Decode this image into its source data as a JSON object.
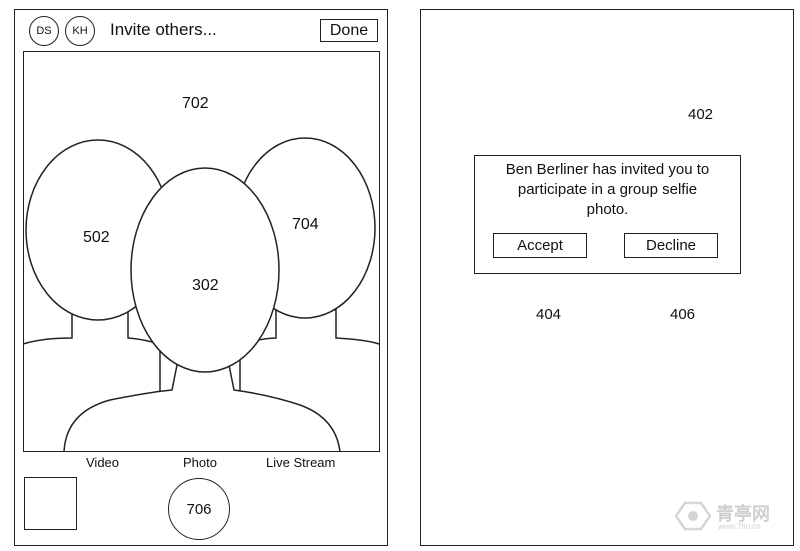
{
  "left_phone": {
    "avatars": [
      "DS",
      "KH"
    ],
    "invite_text": "Invite others...",
    "done_label": "Done",
    "viewfinder": {
      "ref_viewfinder": "702",
      "ref_left_person": "502",
      "ref_right_person": "704",
      "ref_center_person": "302"
    },
    "modes": [
      "Video",
      "Photo",
      "Live Stream"
    ],
    "shutter_label": "706"
  },
  "right_phone": {
    "ref_dialog": "402",
    "dialog_text_lines": [
      "Ben Berliner has invited you to",
      "participate in a group selfie",
      "photo."
    ],
    "accept_label": "Accept",
    "decline_label": "Decline",
    "ref_accept": "404",
    "ref_decline": "406"
  },
  "watermark": {
    "text": "青亭网",
    "url": "www.7tin.cn"
  }
}
